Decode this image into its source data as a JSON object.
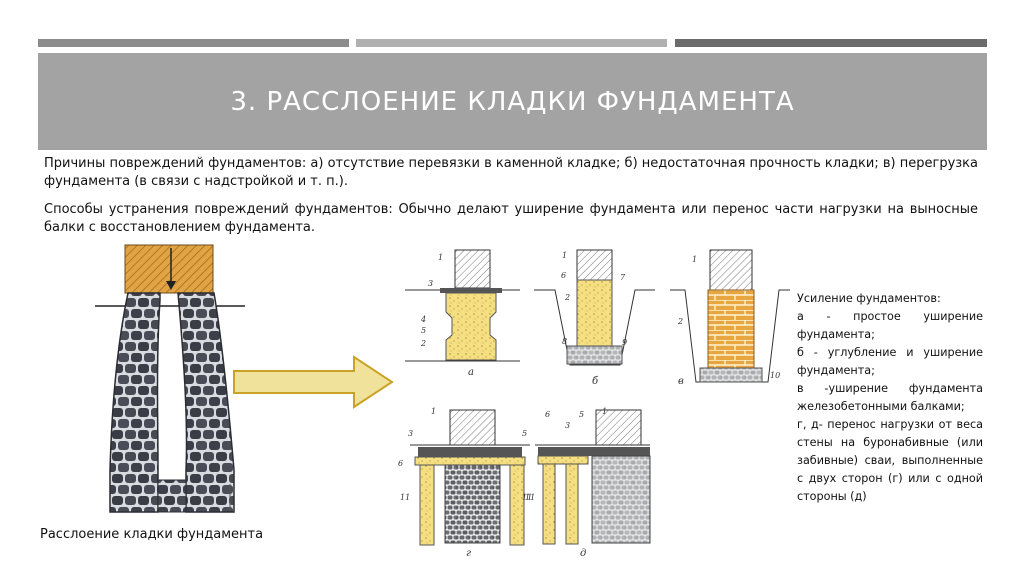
{
  "slide": {
    "title": "3. РАССЛОЕНИЕ КЛАДКИ ФУНДАМЕНТА",
    "paragraph1": "Причины повреждений фундаментов: а) отсутствие перевязки в каменной кладке; б) недостаточная прочность кладки; в) перегрузка фундамента (в связи с надстройкой и т. п.).",
    "paragraph2": "Способы устранения повреждений фундаментов: Обычно делают уширение фундамента или перенос части нагрузки на выносные балки с восстановлением фундамента.",
    "left_caption": "Расслоение кладки фундамента"
  },
  "side_note": {
    "heading": "Усиление фундаментов:",
    "items": [
      "а - простое уширение фундамента;",
      "б - углубление и уширение фундамента;",
      "в -уширение фундамента железобетонными балками;",
      "г, д- перенос нагрузки от веса стены на буронабивные (или забивные) сваи, выполненные с двух сторон (г) или с одной стороны (д)"
    ]
  },
  "figure_labels": {
    "a": "а",
    "b": "б",
    "v": "в",
    "g": "г",
    "d": "д",
    "n1": "1",
    "n2": "2",
    "n3": "3",
    "n4": "4",
    "n5": "5",
    "n6": "6",
    "n7": "7",
    "n8": "8",
    "n9": "9",
    "n10": "10",
    "n11": "11"
  },
  "colors": {
    "accent_gray": "#a3a3a3",
    "sand": "#f2dc7a",
    "brick": "#e8a640",
    "stone_dark": "#3a3d46",
    "arrow_fill": "#f0e29a",
    "arrow_stroke": "#c9a227"
  }
}
